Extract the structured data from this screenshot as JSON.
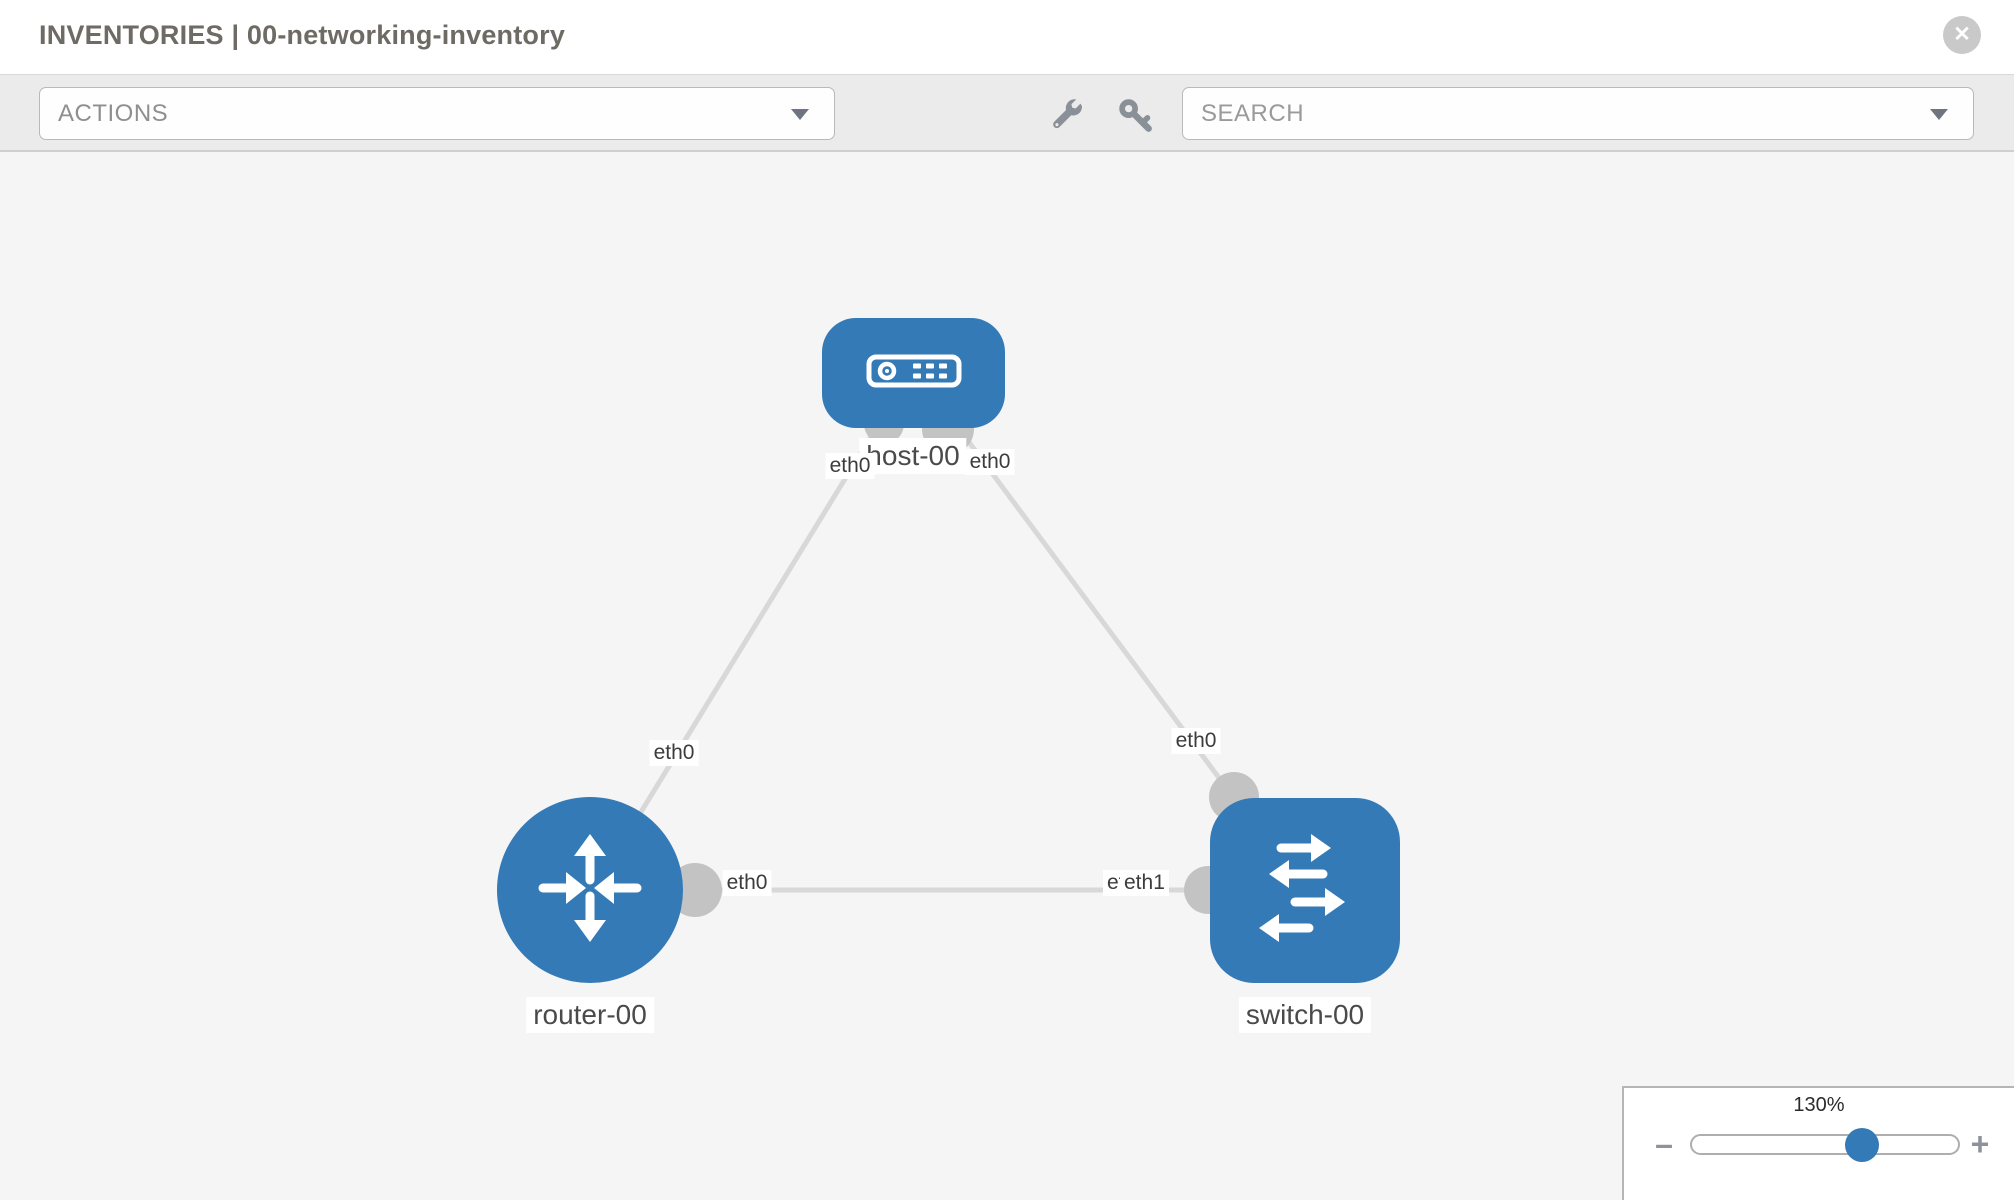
{
  "header": {
    "title": "INVENTORIES | 00-networking-inventory",
    "close_glyph": "✕"
  },
  "toolbar": {
    "actions_label": "ACTIONS",
    "search_placeholder": "SEARCH",
    "icons": [
      "wrench-icon",
      "key-icon"
    ]
  },
  "topology": {
    "nodes": [
      {
        "label": "host-00",
        "type": "host"
      },
      {
        "label": "router-00",
        "type": "router"
      },
      {
        "label": "switch-00",
        "type": "switch"
      }
    ],
    "interface_labels": [
      {
        "label": "eth0",
        "position": "host-left"
      },
      {
        "label": "eth0",
        "position": "host-right"
      },
      {
        "label": "eth0",
        "position": "router-uplink"
      },
      {
        "label": "eth0",
        "position": "switch-uplink"
      },
      {
        "label": "eth0",
        "position": "router-right"
      },
      {
        "label": "eth0",
        "position": "mid-link-under"
      },
      {
        "label": "eth1",
        "position": "mid-link-over"
      }
    ],
    "links": [
      {
        "from": "host-00",
        "to": "router-00"
      },
      {
        "from": "host-00",
        "to": "switch-00"
      },
      {
        "from": "router-00",
        "to": "switch-00"
      }
    ]
  },
  "zoom_control": {
    "level_label": "130%",
    "minus_glyph": "–",
    "plus_glyph": "+",
    "percent": 64
  },
  "colors": {
    "node_blue": "#337ab7",
    "link_gray": "#d8d8d8",
    "interface_dot_gray": "#c3c3c3",
    "canvas_bg": "#f5f5f5",
    "toolbar_bg": "#ebebeb"
  }
}
